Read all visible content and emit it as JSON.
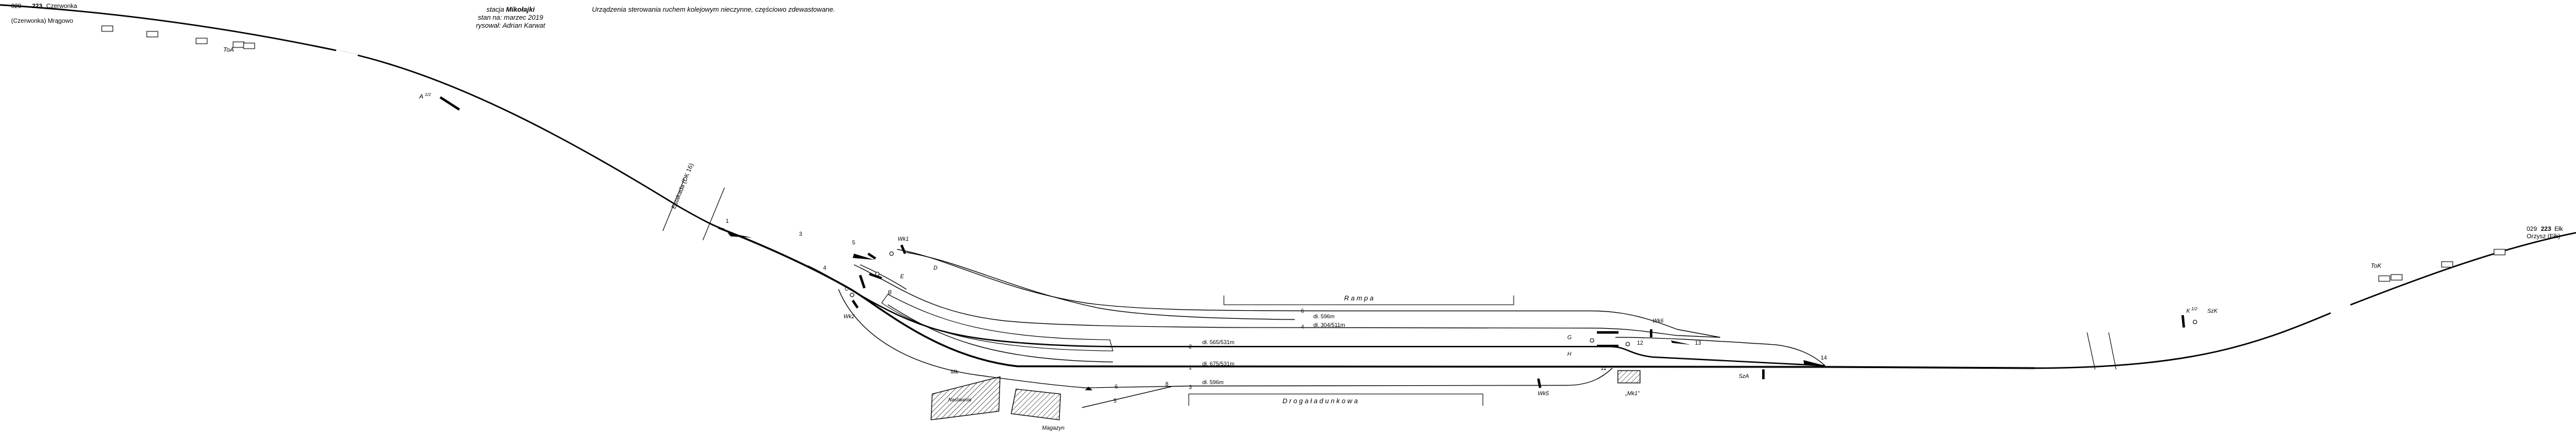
{
  "header": {
    "station_prefix": "stacja",
    "station_name": "Mikołajki",
    "state": "stan na: marzec 2019",
    "author": "rysował: Adrian Karwat",
    "note": "Urządzenia sterowania ruchem kolejowym nieczynne, częściowo zdewastowane."
  },
  "left_end": {
    "line_code": "029",
    "line_number": "223",
    "line_dest": "Czerwonka",
    "line_alt": "(Czerwonka) Mrągowo",
    "sign_toa": "ToA",
    "signal_label": "A",
    "signal_sup": "1/2"
  },
  "right_end": {
    "line_code": "029",
    "line_number": "223",
    "line_dest": "Ełk",
    "line_alt": "Orzysz (Ełk)",
    "sign_tok": "ToK",
    "signal_k": "K",
    "signal_k_sup": "1/2",
    "szk": "SzK"
  },
  "viaduct": "Estakada (DK 16)",
  "tracks": {
    "t1": {
      "num": "1",
      "len": "dł. 675/531m"
    },
    "t2": {
      "num": "2",
      "len": "dł. 565/531m"
    },
    "t3": {
      "num": "3",
      "len": "dł. 596m"
    },
    "t4": {
      "num": "4",
      "len": "dł. 596m",
      "len2": "dł. 304/511m"
    },
    "t5": {
      "num": "5"
    },
    "t6": {
      "num": "6"
    }
  },
  "switches": {
    "s1": "1",
    "s3": "3",
    "s4": "4",
    "s5": "5",
    "s6": "6",
    "s8": "8",
    "s11": "11",
    "s12": "12",
    "s13": "13",
    "s14": "14"
  },
  "signals": {
    "wk1": "Wk1",
    "wk2": "Wk2",
    "wk5": "Wk5",
    "wk6": "Wk6",
    "d": "D",
    "e": "E",
    "c": "C",
    "b": "B",
    "g": "G",
    "h": "H",
    "sza": "SzA"
  },
  "areas": {
    "rampa": "R a m p a",
    "droga": "D r o g a   ł a d u n k o w a",
    "nastawnia": "Nastawnia",
    "magazyn": "Magazyn",
    "mk": "Mk",
    "mk1": "„Mk1”"
  }
}
